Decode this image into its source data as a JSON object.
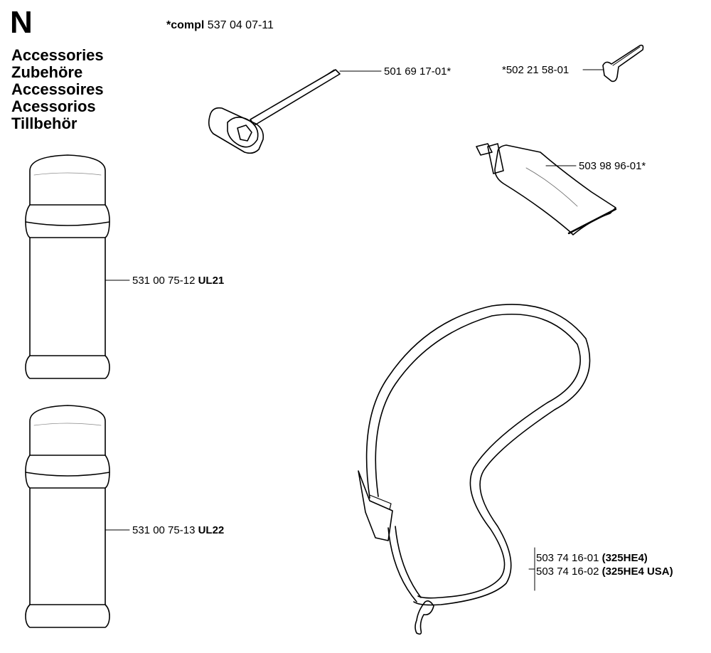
{
  "section": {
    "letter": "N"
  },
  "titles": [
    "Accessories",
    "Zubehöre",
    "Accessoires",
    "Acessorios",
    "Tillbehör"
  ],
  "compl": {
    "prefix": "*compl",
    "number": "537 04 07-11"
  },
  "parts": {
    "scrench": {
      "number": "501 69 17-01*",
      "icon": "combination-spanner-icon"
    },
    "hex_key": {
      "number": "*502 21 58-01",
      "icon": "hex-key-icon"
    },
    "grease_tube": {
      "number": "503 98 96-01*",
      "icon": "grease-tube-icon"
    },
    "can_1": {
      "number": "531 00 75-12",
      "code": "UL21",
      "icon": "spray-can-icon"
    },
    "can_2": {
      "number": "531 00 75-13",
      "code": "UL22",
      "icon": "spray-can-icon"
    },
    "harness": {
      "icon": "shoulder-strap-icon",
      "variants": [
        {
          "number": "503 74 16-01",
          "model": "(325HE4)"
        },
        {
          "number": "503 74 16-02",
          "model": "(325HE4 USA)"
        }
      ]
    }
  }
}
